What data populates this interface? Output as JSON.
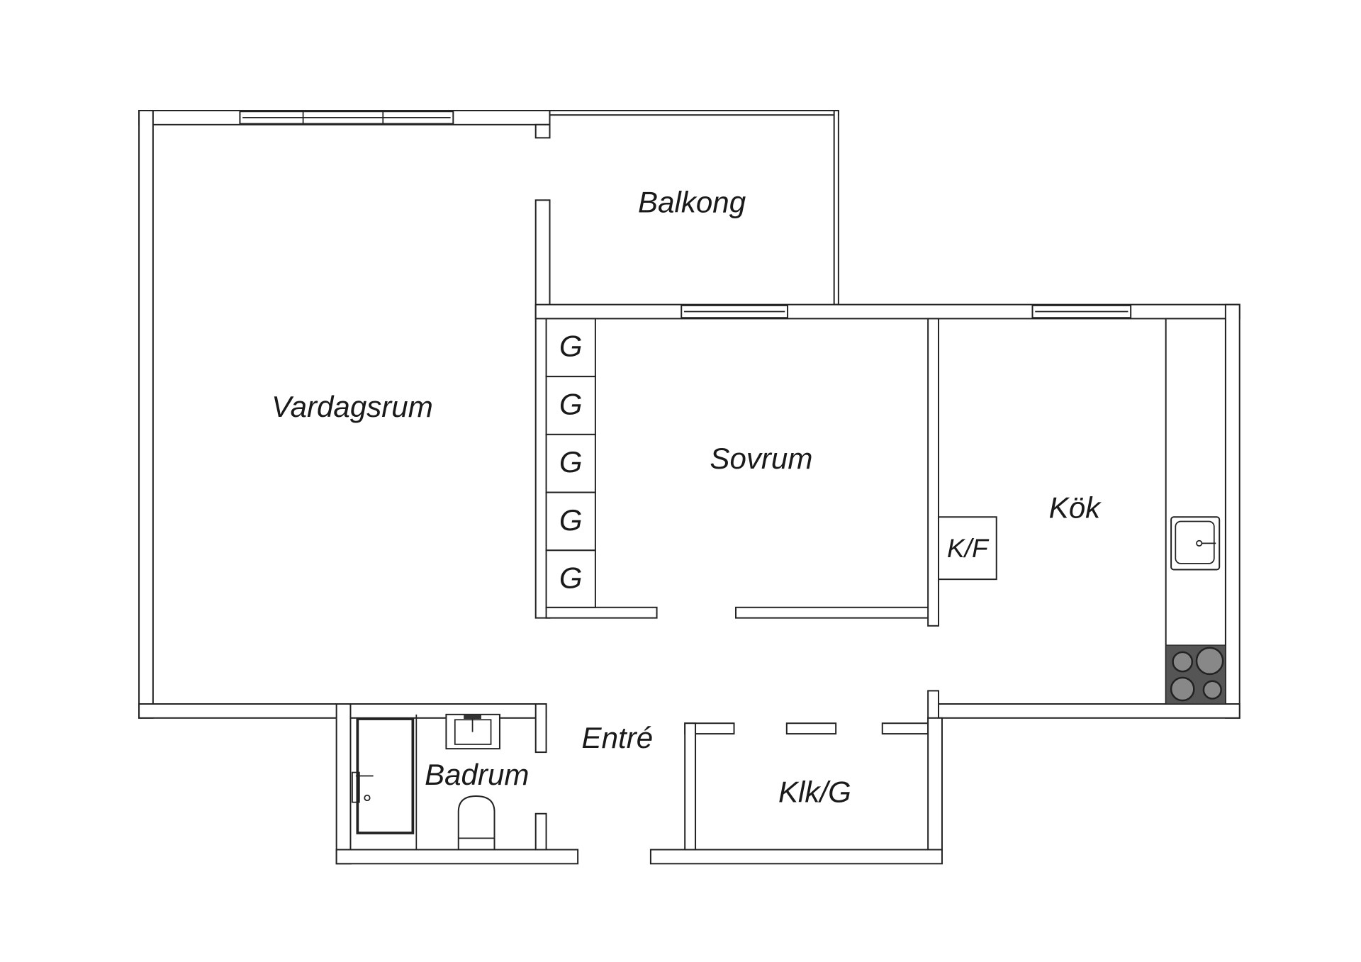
{
  "rooms": {
    "balkong": "Balkong",
    "vardagsrum": "Vardagsrum",
    "sovrum": "Sovrum",
    "kok": "Kök",
    "kf": "K/F",
    "entre": "Entré",
    "badrum": "Badrum",
    "klk": "Klk/G"
  },
  "closets": [
    "G",
    "G",
    "G",
    "G",
    "G"
  ],
  "colors": {
    "wall": "#222222",
    "stove": "#555555",
    "burner": "#888888"
  }
}
